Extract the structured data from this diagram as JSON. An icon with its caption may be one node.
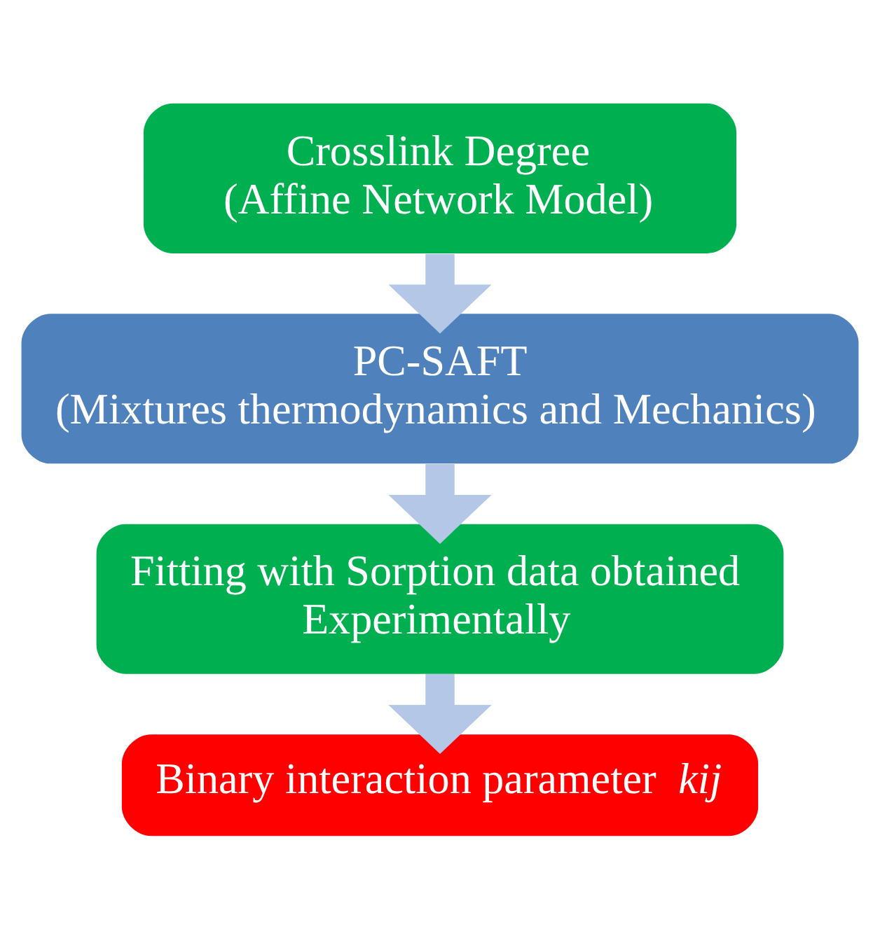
{
  "diagram": {
    "nodes": [
      {
        "text": [
          "Crosslink Degree",
          "(Affine Network Model)"
        ]
      },
      {
        "text": [
          "PC-SAFT",
          "(Mixtures thermodynamics and Mechanics)"
        ]
      },
      {
        "text": [
          "Fitting with Sorption data obtained Experimentally"
        ]
      },
      {
        "text": [
          "Binary interaction parameter *kij*"
        ]
      }
    ],
    "edges": [
      {
        "from": 0,
        "to": 1,
        "arrow": "to"
      },
      {
        "from": 1,
        "to": 2,
        "arrow": "to"
      },
      {
        "from": 2,
        "to": 3,
        "arrow": "to"
      }
    ]
  }
}
